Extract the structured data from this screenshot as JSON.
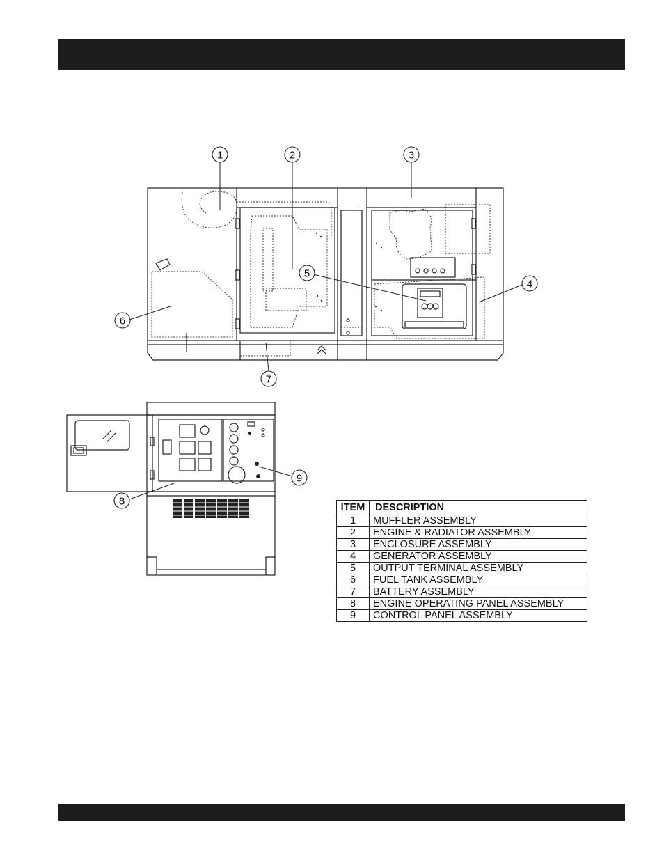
{
  "callouts": {
    "c1": "1",
    "c2": "2",
    "c3": "3",
    "c4": "4",
    "c5": "5",
    "c6": "6",
    "c7": "7",
    "c8": "8",
    "c9": "9"
  },
  "table": {
    "header": {
      "item": "ITEM",
      "description": "DESCRIPTION"
    },
    "rows": [
      {
        "item": "1",
        "description": "MUFFLER ASSEMBLY"
      },
      {
        "item": "2",
        "description": "ENGINE & RADIATOR ASSEMBLY"
      },
      {
        "item": "3",
        "description": "ENCLOSURE ASSEMBLY"
      },
      {
        "item": "4",
        "description": "GENERATOR ASSEMBLY"
      },
      {
        "item": "5",
        "description": "OUTPUT TERMINAL ASSEMBLY"
      },
      {
        "item": "6",
        "description": "FUEL TANK  ASSEMBLY"
      },
      {
        "item": "7",
        "description": "BATTERY  ASSEMBLY"
      },
      {
        "item": "8",
        "description": "ENGINE OPERATING PANEL  ASSEMBLY"
      },
      {
        "item": "9",
        "description": "CONTROL PANEL  ASSEMBLY"
      }
    ]
  }
}
